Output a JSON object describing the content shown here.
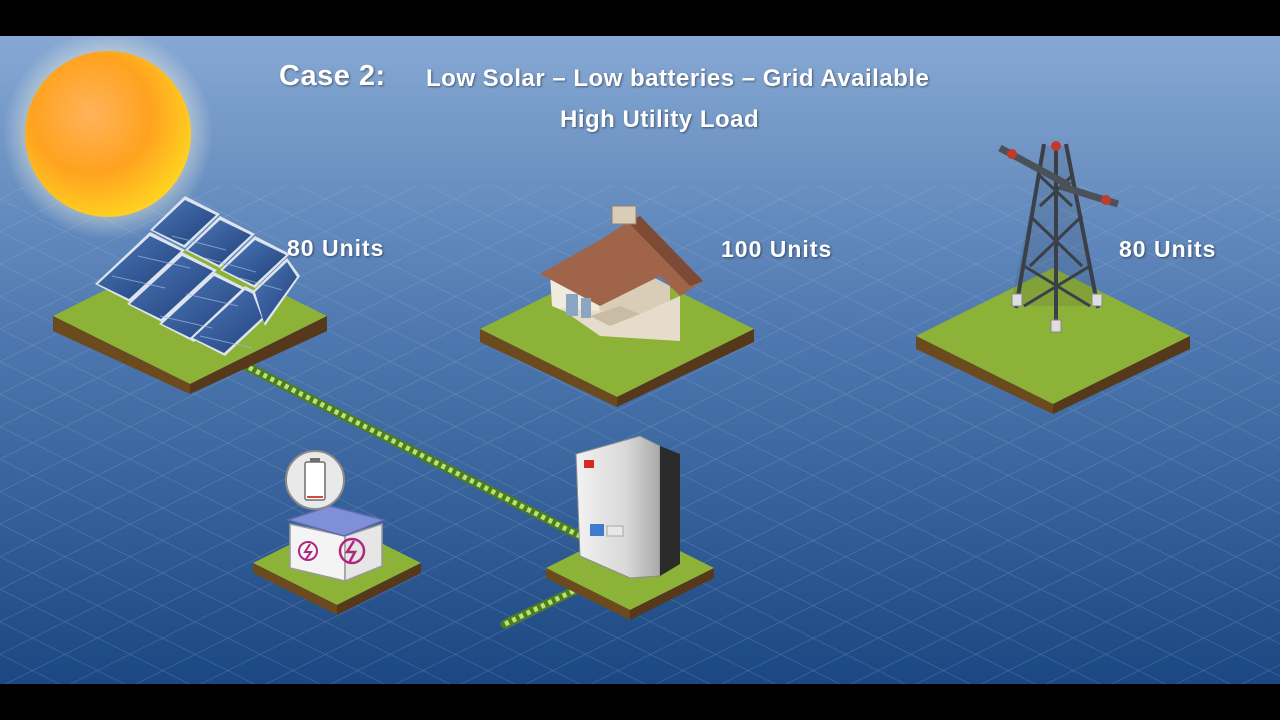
{
  "heading": {
    "case_label": "Case 2:",
    "title": "Low Solar – Low batteries  – Grid Available",
    "subtitle": "High Utility Load"
  },
  "nodes": {
    "solar": {
      "units_label": "80 Units",
      "icon": "solar-panel-icon"
    },
    "home": {
      "units_label": "100 Units",
      "icon": "house-icon"
    },
    "grid": {
      "units_label": "80 Units",
      "icon": "transmission-tower-icon"
    },
    "battery": {
      "icon": "battery-icon",
      "status_icon": "battery-level-icon",
      "level": 0.05
    },
    "inverter": {
      "icon": "inverter-icon"
    }
  },
  "colors": {
    "background_top": "#7fa3cf",
    "background_bottom": "#1d4a86",
    "grass": "#8fb43a",
    "soil": "#6b4a1e",
    "cable": "#8ec63f"
  }
}
